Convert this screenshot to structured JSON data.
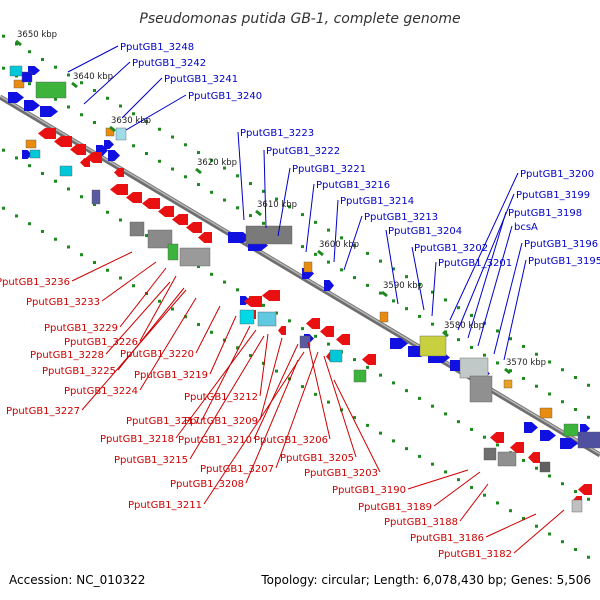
{
  "title": "Pseudomonas putida GB-1, complete genome",
  "footer": {
    "accession": "Accession: NC_010322",
    "summary": "Topology: circular; Length: 6,078,430 bp; Genes: 5,506"
  },
  "ticks": [
    "3650 kbp",
    "3640 kbp",
    "3630 kbp",
    "3620 kbp",
    "3610 kbp",
    "3600 kbp",
    "3590 kbp",
    "3580 kbp",
    "3570 kbp"
  ],
  "colors": {
    "forward": "#1010e0",
    "reverse": "#e81010",
    "backbone": "#8a8a8a",
    "tick": "#1c8a1c",
    "label_forward": "#0000c8",
    "label_reverse": "#cc0000"
  },
  "labels_forward": [
    "PputGB1_3248",
    "PputGB1_3242",
    "PputGB1_3241",
    "PputGB1_3240",
    "PputGB1_3223",
    "PputGB1_3222",
    "PputGB1_3221",
    "PputGB1_3216",
    "PputGB1_3214",
    "PputGB1_3213",
    "PputGB1_3204",
    "PputGB1_3202",
    "PputGB1_3201",
    "PputGB1_3200",
    "PputGB1_3199",
    "PputGB1_3198",
    "bcsA",
    "PputGB1_3196",
    "PputGB1_3195"
  ],
  "labels_reverse": [
    "PputGB1_3236",
    "PputGB1_3233",
    "PputGB1_3229",
    "PputGB1_3226",
    "PputGB1_3228",
    "PputGB1_3225",
    "PputGB1_3220",
    "PputGB1_3224",
    "PputGB1_3219",
    "PputGB1_3227",
    "PputGB1_3212",
    "PputGB1_3217",
    "PputGB1_3209",
    "PputGB1_3218",
    "PputGB1_3210",
    "PputGB1_3206",
    "PputGB1_3215",
    "PputGB1_3207",
    "PputGB1_3205",
    "PputGB1_3203",
    "PputGB1_3208",
    "PputGB1_3211",
    "PputGB1_3190",
    "PputGB1_3189",
    "PputGB1_3188",
    "PputGB1_3186",
    "PputGB1_3182"
  ]
}
